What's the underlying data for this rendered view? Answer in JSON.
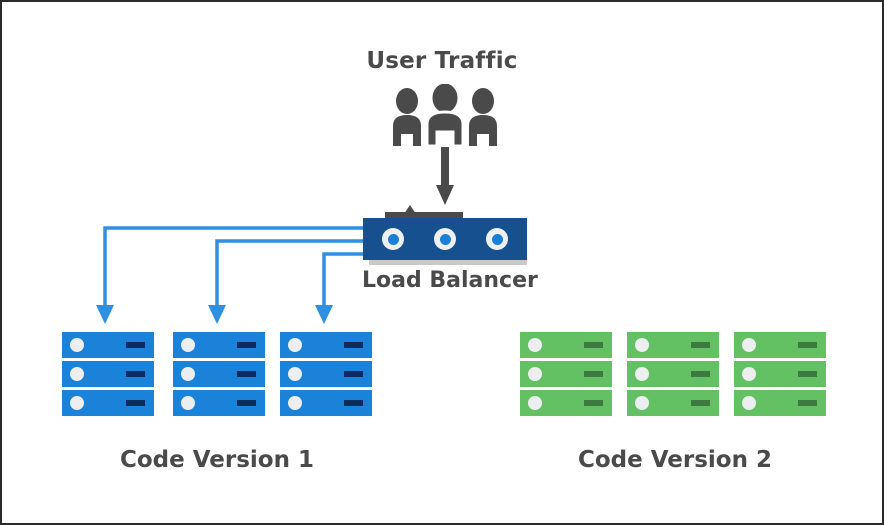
{
  "diagram": {
    "title_top": "User Traffic",
    "load_balancer_label": "Load Balancer",
    "group_left_label": "Code Version 1",
    "group_right_label": "Code Version 2",
    "icons": {
      "users": "users-group-icon",
      "arrow": "down-arrow-icon",
      "load_balancer": "load-balancer-icon",
      "server": "server-rack-icon"
    },
    "colors": {
      "blue_server": "#1a82d8",
      "blue_server_dash": "#0d2b5e",
      "green_server": "#63c163",
      "green_server_dash": "#3c7a3f",
      "load_balancer_box": "#17508f",
      "led_center": "#1b7fd4",
      "connector_line": "#2f8fe0",
      "icon_gray": "#4a4a4a",
      "shadow_gray": "#c9c9c9",
      "border": "#2b2b2b",
      "background": "#ffffff"
    },
    "load_balancer": {
      "led_count": 3
    },
    "groups": [
      {
        "name": "code-version-1",
        "label": "Code Version 1",
        "color": "blue",
        "racks": 3,
        "units_per_rack": 3,
        "receives_traffic": true
      },
      {
        "name": "code-version-2",
        "label": "Code Version 2",
        "color": "green",
        "racks": 3,
        "units_per_rack": 3,
        "receives_traffic": false
      }
    ],
    "connectors": [
      {
        "name": "lb-to-rack-1",
        "from": "load-balancer",
        "to": "code-version-1-rack-1"
      },
      {
        "name": "lb-to-rack-2",
        "from": "load-balancer",
        "to": "code-version-1-rack-2"
      },
      {
        "name": "lb-to-rack-3",
        "from": "load-balancer",
        "to": "code-version-1-rack-3"
      }
    ]
  }
}
